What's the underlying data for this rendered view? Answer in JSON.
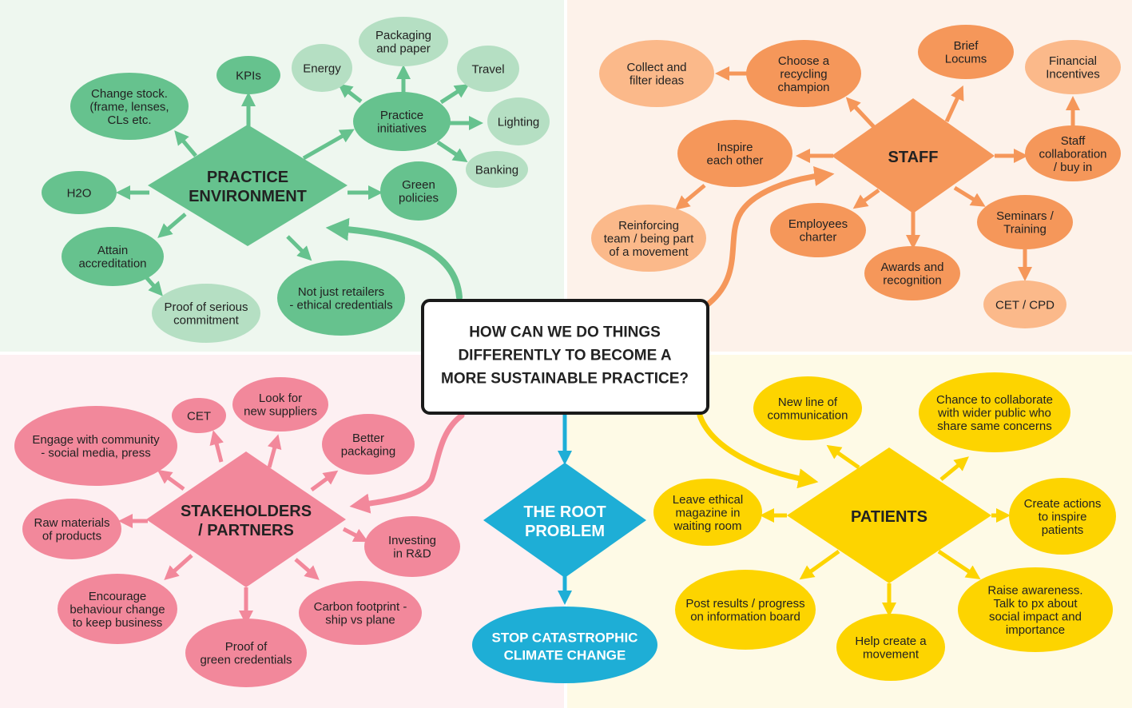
{
  "title": [
    "HOW CAN WE DO THINGS",
    "DIFFERENTLY TO BECOME A",
    "MORE SUSTAINABLE PRACTICE?"
  ],
  "colors": {
    "green": "#66c28e",
    "green_light": "#b5dfc3",
    "green_bg": "#eef7ef",
    "orange": "#f5975a",
    "orange_light": "#fbb98a",
    "orange_bg": "#fdf2ea",
    "pink": "#f2889b",
    "pink_bg": "#fdf0f2",
    "yellow": "#fdd400",
    "yellow_bg": "#fefae6",
    "blue": "#1eaed6"
  },
  "hubs": {
    "practice": [
      "PRACTICE",
      "ENVIRONMENT"
    ],
    "staff": [
      "STAFF"
    ],
    "stakeholders": [
      "STAKEHOLDERS",
      "/ PARTNERS"
    ],
    "patients": [
      "PATIENTS"
    ],
    "root": [
      "THE ROOT",
      "PROBLEM"
    ],
    "goal": [
      "STOP CATASTROPHIC",
      "CLIMATE CHANGE"
    ]
  },
  "nodes": {
    "kpis": [
      "KPIs"
    ],
    "change_stock": [
      "Change stock.",
      "(frame, lenses,",
      "CLs etc."
    ],
    "energy": [
      "Energy"
    ],
    "packaging": [
      "Packaging",
      "and paper"
    ],
    "travel": [
      "Travel"
    ],
    "practice_initiatives": [
      "Practice",
      "initiatives"
    ],
    "lighting": [
      "Lighting"
    ],
    "banking": [
      "Banking"
    ],
    "green_policies": [
      "Green",
      "policies"
    ],
    "h2o": [
      "H2O"
    ],
    "attain": [
      "Attain",
      "accreditation"
    ],
    "proof_serious": [
      "Proof of serious",
      "commitment"
    ],
    "not_just": [
      "Not just retailers",
      "- ethical credentials"
    ],
    "collect": [
      "Collect and",
      "filter ideas"
    ],
    "champion": [
      "Choose a",
      "recycling",
      "champion"
    ],
    "locums": [
      "Brief",
      "Locums"
    ],
    "financial": [
      "Financial",
      "Incentives"
    ],
    "inspire": [
      "Inspire",
      "each other"
    ],
    "staff_collab": [
      "Staff",
      "collaboration",
      "/ buy in"
    ],
    "reinforcing": [
      "Reinforcing",
      "team / being part",
      "of a movement"
    ],
    "employees": [
      "Employees",
      "charter"
    ],
    "awards": [
      "Awards and",
      "recognition"
    ],
    "seminars": [
      "Seminars /",
      "Training"
    ],
    "cet_cpd": [
      "CET / CPD"
    ],
    "engage": [
      "Engage with community",
      "- social media, press"
    ],
    "cet": [
      "CET"
    ],
    "suppliers": [
      "Look for",
      "new suppliers"
    ],
    "better_packaging": [
      "Better",
      "packaging"
    ],
    "raw": [
      "Raw materials",
      "of products"
    ],
    "investing": [
      "Investing",
      "in R&D"
    ],
    "encourage": [
      "Encourage",
      "behaviour change",
      "to keep business"
    ],
    "carbon": [
      "Carbon footprint -",
      "ship vs plane"
    ],
    "proof_green": [
      "Proof of",
      "green credentials"
    ],
    "new_line": [
      "New line of",
      "communication"
    ],
    "chance": [
      "Chance to collaborate",
      "with wider public who",
      "share same concerns"
    ],
    "leave": [
      "Leave ethical",
      "magazine in",
      "waiting room"
    ],
    "create": [
      "Create actions",
      "to inspire",
      "patients"
    ],
    "post": [
      "Post results / progress",
      "on information board"
    ],
    "help": [
      "Help create a",
      "movement"
    ],
    "raise": [
      "Raise awareness.",
      "Talk to px about",
      "social impact and",
      "importance"
    ]
  }
}
